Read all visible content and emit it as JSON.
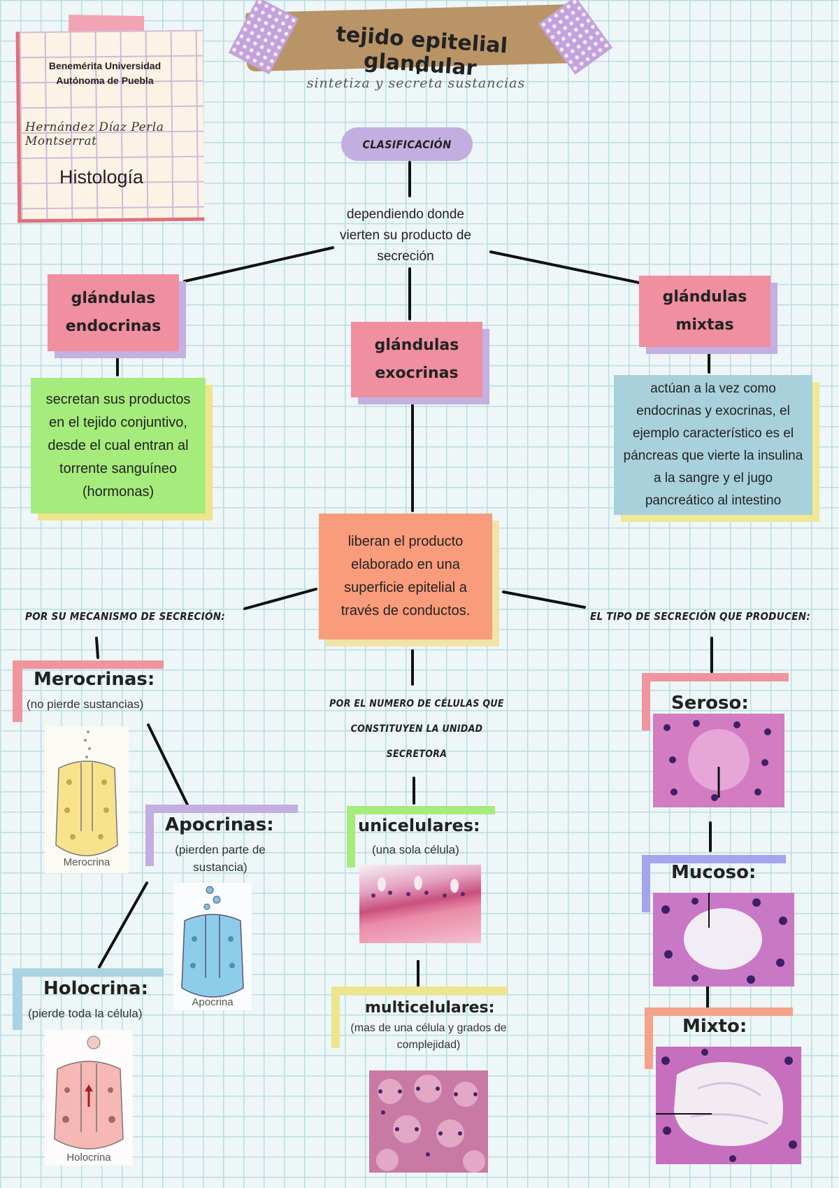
{
  "card": {
    "university_line1": "Benemérita Universidad",
    "university_line2": "Autónoma de Puebla",
    "author": "Hernández Díaz Perla Montserrat",
    "subject": "Histología"
  },
  "title": "tejido epitelial glandular",
  "subtitle": "sintetiza y secreta sustancias",
  "classification_label": "CLASIFICACIÓN",
  "criterion": "dependiendo donde vierten su producto de secreción",
  "glands": {
    "endocrine": {
      "label_l1": "glándulas",
      "label_l2": "endocrinas",
      "description": "secretan sus productos en el tejido conjuntivo, desde el cual entran al torrente sanguíneo (hormonas)"
    },
    "exocrine": {
      "label_l1": "glándulas",
      "label_l2": "exocrinas",
      "description": "liberan el producto elaborado en una superficie epitelial a través de conductos."
    },
    "mixed": {
      "label_l1": "glándulas",
      "label_l2": "mixtas",
      "description": "actúan a la vez como endocrinas y exocrinas, el ejemplo característico es el páncreas que vierte la insulina a la sangre y el jugo pancreático al intestino"
    }
  },
  "mechanism": {
    "heading": "POR SU MECANISMO DE SECRECIÓN:",
    "merocrine": {
      "title": "Merocrinas:",
      "note": "(no pierde sustancias)",
      "caption": "Merocrina"
    },
    "apocrine": {
      "title": "Apocrinas:",
      "note": "(pierden parte de sustancia)",
      "caption": "Apocrina"
    },
    "holocrine": {
      "title": "Holocrina:",
      "note": "(pierde toda la célula)",
      "caption": "Holocrina"
    }
  },
  "cell_count": {
    "heading_l1": "POR EL NUMERO DE CÉLULAS QUE",
    "heading_l2": "CONSTITUYEN LA UNIDAD",
    "heading_l3": "SECRETORA",
    "unicellular": {
      "title": "unicelulares:",
      "note": "(una sola célula)"
    },
    "multicellular": {
      "title": "multicelulares:",
      "note": "(mas de una célula y grados de complejidad)"
    }
  },
  "secretion_type": {
    "heading": "EL TIPO DE SECRECIÓN QUE PRODUCEN:",
    "serous": {
      "title": "Seroso:"
    },
    "mucous": {
      "title": "Mucoso:"
    },
    "mixed": {
      "title": "Mixto:"
    }
  },
  "colors": {
    "pink": "#ef8fa0",
    "lavender": "#c3b1e2",
    "green": "#a5ec7c",
    "blue": "#a9d1dc",
    "orange": "#f99c7c",
    "yellow": "#eee58c",
    "grid": "#b9dde2"
  }
}
